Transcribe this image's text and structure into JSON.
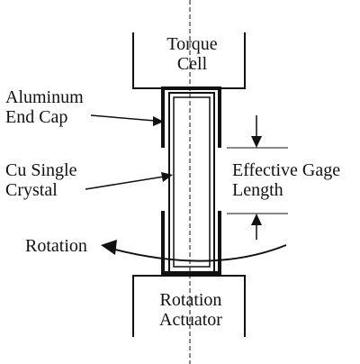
{
  "labels": {
    "torque_cell": [
      "Torque",
      "Cell"
    ],
    "aluminum_end_cap": [
      "Aluminum",
      "End Cap"
    ],
    "cu_single_crystal": [
      "Cu Single",
      "Crystal"
    ],
    "effective_gage_length": [
      "Effective Gage",
      "Length"
    ],
    "rotation": "Rotation",
    "rotation_actuator": [
      "Rotation",
      "Actuator"
    ]
  },
  "colors": {
    "line": "#111111",
    "background": "#ffffff"
  }
}
